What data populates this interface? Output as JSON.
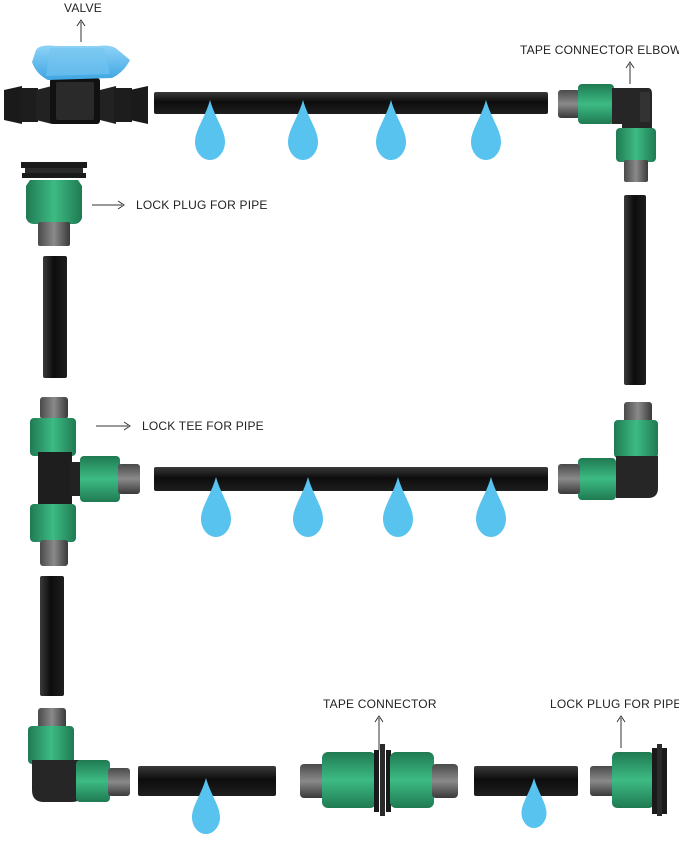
{
  "labels": {
    "valve": "VALVE",
    "tape_connector_elbow": "TAPE CONNECTOR ELBOW",
    "lock_plug_top": "LOCK PLUG FOR PIPE",
    "lock_tee": "LOCK TEE FOR PIPE",
    "tape_connector": "TAPE CONNECTOR",
    "lock_plug_bottom": "LOCK PLUG FOR PIPE"
  },
  "colors": {
    "pipe": "#111111",
    "fitting_green": "#2e9e6e",
    "fitting_dark": "#2b2b2b",
    "valve_handle": "#5bb8ee",
    "water_drop": "#57c3ee"
  }
}
